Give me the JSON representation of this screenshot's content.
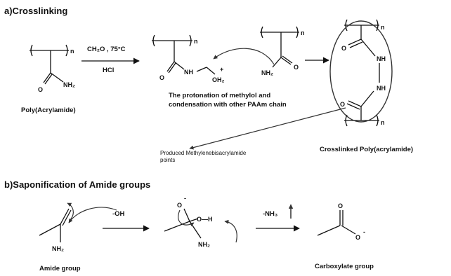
{
  "section_a": {
    "heading": "a)Crosslinking",
    "monomer_label": "Poly(Acrylamide)",
    "reaction_conditions_top": "CH₂O , 75°C",
    "reaction_conditions_bottom": "HCl",
    "protonation_caption_line1": "The protonation of methylol and",
    "protonation_caption_line2": "condensation with other PAAm chain",
    "crosslink_point_label_line1": "Produced Methylenebisacrylamide",
    "crosslink_point_label_line2": "points",
    "product_label": "Crosslinked Poly(acrylamide)"
  },
  "section_b": {
    "heading": "b)Saponification of Amide groups",
    "reagent_hydroxide": "-OH",
    "reagent_ammonia": "-NH₃",
    "amide_label": "Amide group",
    "carboxylate_label": "Carboxylate group"
  },
  "atoms": {
    "subscript_n": "n",
    "oxygen": "O",
    "amine": "NH₂",
    "imine": "NH",
    "hydroxyl_h": "H",
    "protonated_hydroxyl": "OH₂",
    "plus": "+",
    "minus": "-",
    "nh_link": "NH",
    "oh_link": "O—H"
  }
}
